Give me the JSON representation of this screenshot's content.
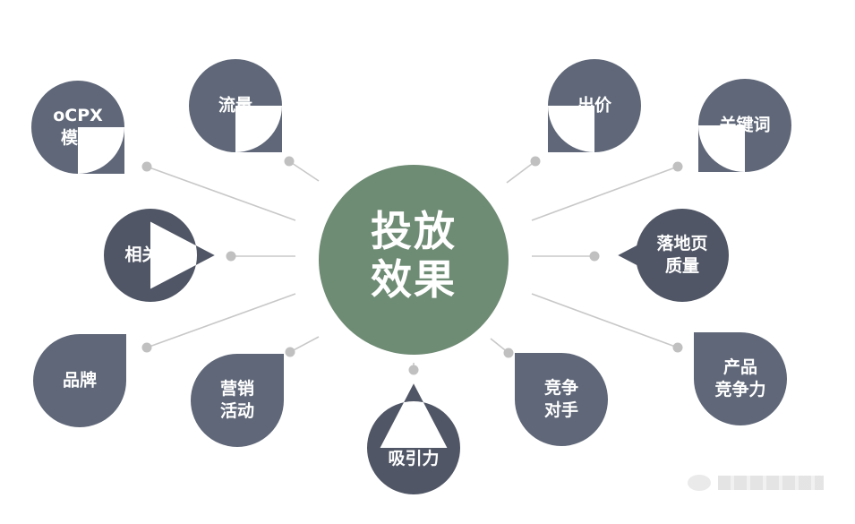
{
  "hub": {
    "label": "投放\n效果",
    "color": "#6e8b74"
  },
  "colors": {
    "node": "#5f6778",
    "node_dark": "#505665",
    "connector": "#c8c8c8",
    "dot": "#c0c0c0"
  },
  "nodes": [
    {
      "id": "ocpx",
      "label": "oCPX\n模型"
    },
    {
      "id": "traffic",
      "label": "流量"
    },
    {
      "id": "bid",
      "label": "出价"
    },
    {
      "id": "keyword",
      "label": "关键词"
    },
    {
      "id": "relevance",
      "label": "相关性"
    },
    {
      "id": "landing",
      "label": "落地页\n质量"
    },
    {
      "id": "brand",
      "label": "品牌"
    },
    {
      "id": "marketing",
      "label": "营销\n活动"
    },
    {
      "id": "content",
      "label": "内容\n吸引力"
    },
    {
      "id": "competitor",
      "label": "竞争\n对手"
    },
    {
      "id": "product",
      "label": "产品\n竞争力"
    }
  ]
}
